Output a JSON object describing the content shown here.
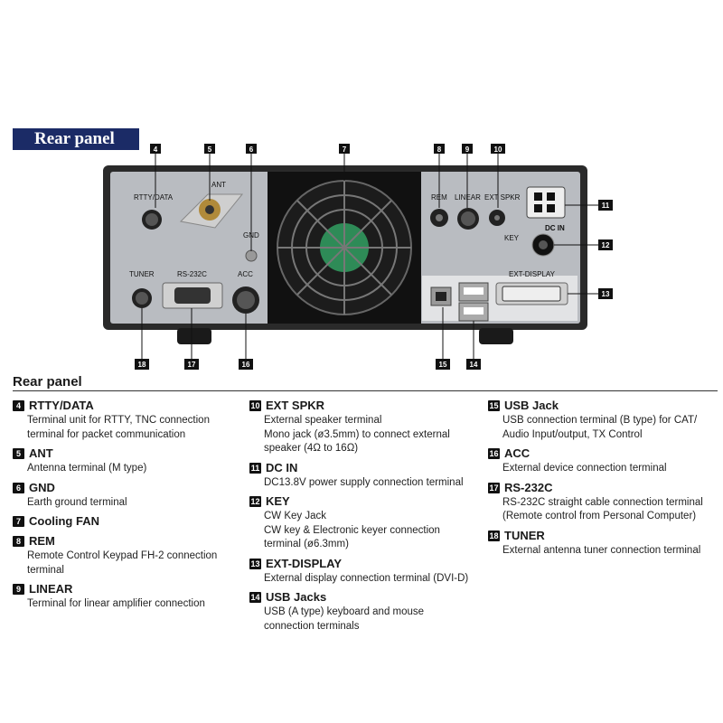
{
  "banner_title": "Rear panel",
  "section_title": "Rear panel",
  "panel_labels": {
    "rtty": "RTTY/DATA",
    "ant": "ANT",
    "gnd": "GND",
    "rem": "REM",
    "linear": "LINEAR",
    "extspkr": "EXT SPKR",
    "dcin": "DC IN",
    "key": "KEY",
    "tuner": "TUNER",
    "rs232c": "RS-232C",
    "acc": "ACC",
    "extdisplay": "EXT-DISPLAY"
  },
  "callouts": {
    "c4": "4",
    "c5": "5",
    "c6": "6",
    "c7": "7",
    "c8": "8",
    "c9": "9",
    "c10": "10",
    "c11": "11",
    "c12": "12",
    "c13": "13",
    "c14": "14",
    "c15": "15",
    "c16": "16",
    "c17": "17",
    "c18": "18"
  },
  "items": {
    "i4": {
      "num": "4",
      "title": "RTTY/DATA",
      "desc": [
        "Terminal unit for RTTY, TNC connection",
        "terminal for packet communication"
      ]
    },
    "i5": {
      "num": "5",
      "title": "ANT",
      "desc": [
        "Antenna terminal (M type)"
      ]
    },
    "i6": {
      "num": "6",
      "title": "GND",
      "desc": [
        "Earth ground terminal"
      ]
    },
    "i7": {
      "num": "7",
      "title": "Cooling FAN",
      "desc": []
    },
    "i8": {
      "num": "8",
      "title": "REM",
      "desc": [
        "Remote Control Keypad FH-2 connection",
        "terminal"
      ]
    },
    "i9": {
      "num": "9",
      "title": "LINEAR",
      "desc": [
        "Terminal for linear amplifier connection"
      ]
    },
    "i10": {
      "num": "10",
      "title": "EXT SPKR",
      "desc": [
        "External speaker terminal",
        "Mono jack (ø3.5mm) to connect external",
        "speaker (4Ω to 16Ω)"
      ]
    },
    "i11": {
      "num": "11",
      "title": "DC IN",
      "desc": [
        "DC13.8V power supply connection terminal"
      ]
    },
    "i12": {
      "num": "12",
      "title": "KEY",
      "desc": [
        "CW Key Jack",
        "CW key & Electronic keyer connection",
        "terminal (ø6.3mm)"
      ]
    },
    "i13": {
      "num": "13",
      "title": "EXT-DISPLAY",
      "desc": [
        "External display connection terminal (DVI-D)"
      ]
    },
    "i14": {
      "num": "14",
      "title": "USB Jacks",
      "desc": [
        "USB (A type) keyboard and mouse",
        "connection terminals"
      ]
    },
    "i15": {
      "num": "15",
      "title": "USB Jack",
      "desc": [
        "USB connection terminal (B type) for CAT/",
        "Audio Input/output, TX Control"
      ]
    },
    "i16": {
      "num": "16",
      "title": "ACC",
      "desc": [
        "External device connection terminal"
      ]
    },
    "i17": {
      "num": "17",
      "title": "RS-232C",
      "desc": [
        "RS-232C straight cable connection terminal",
        "(Remote control from Personal Computer)"
      ]
    },
    "i18": {
      "num": "18",
      "title": "TUNER",
      "desc": [
        "External antenna tuner connection terminal"
      ]
    }
  },
  "colors": {
    "banner_bg": "#1b2b66",
    "panel_face": "#b9bcc1",
    "case": "#2a2a2a",
    "fan_label": "#2e8b57"
  }
}
